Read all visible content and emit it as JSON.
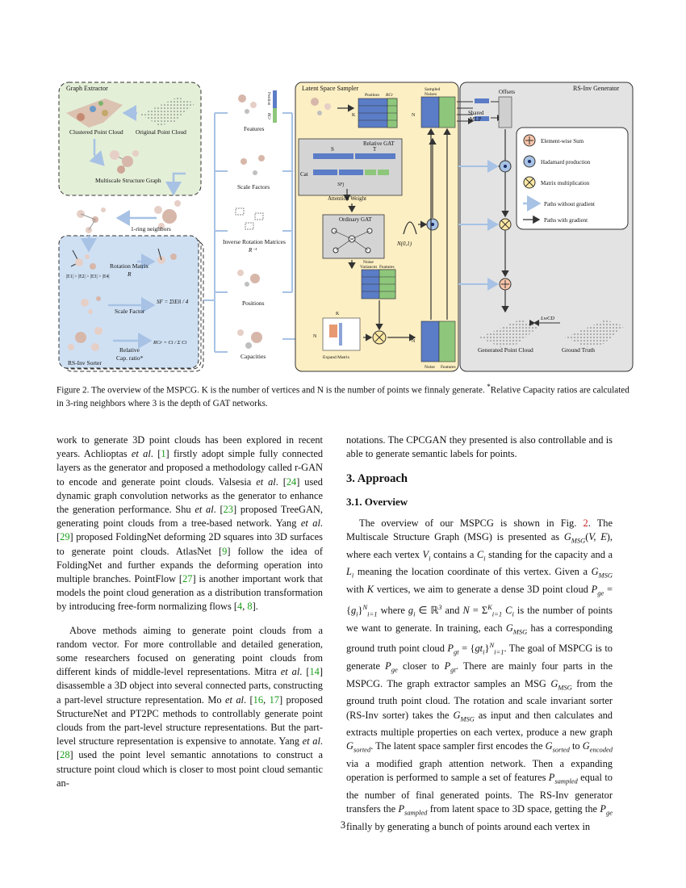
{
  "figure": {
    "graph_extractor": {
      "title": "Graph Extractor",
      "clustered_label": "Clustered Point Cloud",
      "original_label": "Original Point Cloud",
      "msg_label": "Multiscale Structure Graph"
    },
    "one_ring_label": "1-ring neighbors",
    "sorter": {
      "title": "RS-Inv Sorter",
      "rotation_label": "Rotation Matrix",
      "rotation_sym": "R",
      "scale_label": "Scale Factor",
      "scale_formula": "SF = Σ‖Ei‖ / 4",
      "cap_label_1": "Relative",
      "cap_label_2": "Cap. ratio*",
      "cap_formula": "RCr = Ci / Σ Ci",
      "order_text": "|E1| > |E2| > |E3| > |E4|"
    },
    "features_col": {
      "features": "Features",
      "scale_factors": "Scale Factors",
      "inverse_rotation": "Inverse Rotation Matrices",
      "inverse_sym": "R⁻¹",
      "positions": "Positions",
      "capacities": "Capacities",
      "vec_position": "Position",
      "vec_rcr": "RCr"
    },
    "sampler": {
      "title": "Latent Space Sampler",
      "position": "Position",
      "rcr": "RCr",
      "relative_gat": "Relative GAT",
      "s": "S",
      "t": "T",
      "cat": "Cat",
      "sf": "SFj",
      "attention_weight": "Attention Weight",
      "ordinary_gat": "Ordinary GAT",
      "normal": "N(0,1)",
      "noise": "Noise",
      "variances": "Variances",
      "features": "Features",
      "expand_matrix": "Expand Matrix",
      "k": "K",
      "n": "N",
      "sampled": "Sampled",
      "noises": "Noises"
    },
    "generator": {
      "title": "RS-Inv Generator",
      "offsets": "Offsets",
      "shared_mlp_1": "Shared",
      "shared_mlp_2": "MLP",
      "generated": "Generated Point Cloud",
      "ground_truth": "Ground Truth",
      "loss": "LwCD"
    },
    "legend": {
      "sum": "Element-wise Sum",
      "hadamard": "Hadamard production",
      "matmul": "Matrix multiplication",
      "no_grad": "Paths without gradient",
      "with_grad": "Paths with gradient"
    },
    "colors": {
      "extractor_bg": "#e4efd8",
      "sorter_bg": "#cfe0f3",
      "sampler_bg": "#fcefc3",
      "generator_bg": "#e3e3e3",
      "blue": "#5b7cc6",
      "green": "#8ec77b",
      "arrow_light": "#a7c2e4"
    }
  },
  "caption": {
    "prefix": "Figure 2. The overview of the MSPCG. K is the number of vertices and N is the number of points we finnaly generate.",
    "star": " *",
    "suffix": "Relative Capacity ratios are calculated in 3-ring neighbors where 3 is the depth of GAT networks."
  },
  "left_col": {
    "p1": [
      {
        "t": "work to generate 3D point clouds has been explored in recent years. Achlioptas "
      },
      {
        "t": "et al",
        "i": true
      },
      {
        "t": ". ["
      },
      {
        "t": "1",
        "c": true
      },
      {
        "t": "] firstly adopt simple fully connected layers as the generator and proposed a methodology called r-GAN to encode and generate point clouds. Valsesia "
      },
      {
        "t": "et al",
        "i": true
      },
      {
        "t": ". ["
      },
      {
        "t": "24",
        "c": true
      },
      {
        "t": "] used dynamic graph convolution networks as the generator to enhance the generation performance. Shu "
      },
      {
        "t": "et al",
        "i": true
      },
      {
        "t": ". ["
      },
      {
        "t": "23",
        "c": true
      },
      {
        "t": "] proposed TreeGAN, generating point clouds from a tree-based network. Yang "
      },
      {
        "t": "et al",
        "i": true
      },
      {
        "t": ". ["
      },
      {
        "t": "29",
        "c": true
      },
      {
        "t": "] proposed FoldingNet deforming 2D squares into 3D surfaces to generate point clouds. AtlasNet ["
      },
      {
        "t": "9",
        "c": true
      },
      {
        "t": "] follow the idea of FoldingNet and further expands the deforming operation into multiple branches. PointFlow ["
      },
      {
        "t": "27",
        "c": true
      },
      {
        "t": "] is another important work that models the point cloud generation as a distribution transformation by introducing free-form normalizing flows ["
      },
      {
        "t": "4",
        "c": true
      },
      {
        "t": ", "
      },
      {
        "t": "8",
        "c": true
      },
      {
        "t": "]."
      }
    ],
    "p2": [
      {
        "t": "Above methods aiming to generate point clouds from a random vector. For more controllable and detailed generation, some researchers focused on generating point clouds from different kinds of middle-level representations. Mitra "
      },
      {
        "t": "et al",
        "i": true
      },
      {
        "t": ". ["
      },
      {
        "t": "14",
        "c": true
      },
      {
        "t": "] disassemble a 3D object into several connected parts, constructing a part-level structure representation. Mo "
      },
      {
        "t": "et al",
        "i": true
      },
      {
        "t": ". ["
      },
      {
        "t": "16",
        "c": true
      },
      {
        "t": ", "
      },
      {
        "t": "17",
        "c": true
      },
      {
        "t": "] proposed StructureNet and PT2PC methods to controllably generate point clouds from the part-level structure representations. But the part-level structure representation is expensive to annotate. Yang "
      },
      {
        "t": "et al",
        "i": true
      },
      {
        "t": ". ["
      },
      {
        "t": "28",
        "c": true
      },
      {
        "t": "] used the point level semantic annotations to construct a structure point cloud which is closer to most point cloud semantic an-"
      }
    ]
  },
  "right_col": {
    "p0": "notations. The CPCGAN they presented is also controllable and is able to generate semantic labels for points.",
    "section": "3. Approach",
    "subsection": "3.1. Overview",
    "p1": [
      {
        "t": "The overview of our MSPCG is shown in Fig. "
      },
      {
        "t": "2",
        "r": true
      },
      {
        "t": ". The Multiscale Structure Graph (MSG) is presented as "
      },
      {
        "t": "G",
        "i": true
      },
      {
        "t": "MSG",
        "sub": true
      },
      {
        "t": "("
      },
      {
        "t": "V, E",
        "i": true
      },
      {
        "t": "), where each vertex "
      },
      {
        "t": "V",
        "i": true
      },
      {
        "t": "i",
        "sub": true
      },
      {
        "t": " contains a "
      },
      {
        "t": "C",
        "i": true
      },
      {
        "t": "i",
        "sub": true
      },
      {
        "t": " standing for the capacity and a "
      },
      {
        "t": "L",
        "i": true
      },
      {
        "t": "i",
        "sub": true
      },
      {
        "t": " meaning the location coordinate of this vertex. Given a "
      },
      {
        "t": "G",
        "i": true
      },
      {
        "t": "MSG",
        "sub": true
      },
      {
        "t": " with "
      },
      {
        "t": "K",
        "i": true
      },
      {
        "t": " vertices, we aim to generate a dense 3D point cloud "
      },
      {
        "t": "P",
        "i": true
      },
      {
        "t": "ge",
        "sub": true
      },
      {
        "t": " = {"
      },
      {
        "t": "g",
        "i": true
      },
      {
        "t": "i",
        "sub": true
      },
      {
        "t": "}"
      },
      {
        "t": "N",
        "sup": true
      },
      {
        "t": "i=1",
        "sub": true
      },
      {
        "t": " where "
      },
      {
        "t": "g",
        "i": true
      },
      {
        "t": "i",
        "sub": true
      },
      {
        "t": " ∈ ℝ"
      },
      {
        "t": "3",
        "sup": true
      },
      {
        "t": " and "
      },
      {
        "t": "N",
        "i": true
      },
      {
        "t": " = Σ"
      },
      {
        "t": "K",
        "sup": true
      },
      {
        "t": "i=1",
        "sub": true
      },
      {
        "t": " "
      },
      {
        "t": "C",
        "i": true
      },
      {
        "t": "i",
        "sub": true
      },
      {
        "t": " is the number of points we want to generate. In training, each "
      },
      {
        "t": "G",
        "i": true
      },
      {
        "t": "MSG",
        "sub": true
      },
      {
        "t": " has a corresponding ground truth point cloud "
      },
      {
        "t": "P",
        "i": true
      },
      {
        "t": "gt",
        "sub": true
      },
      {
        "t": " = {"
      },
      {
        "t": "gt",
        "i": true
      },
      {
        "t": "i",
        "sub": true
      },
      {
        "t": "}"
      },
      {
        "t": "N",
        "sup": true
      },
      {
        "t": "i=1",
        "sub": true
      },
      {
        "t": ". The goal of MSPCG is to generate "
      },
      {
        "t": "P",
        "i": true
      },
      {
        "t": "ge",
        "sub": true
      },
      {
        "t": " closer to "
      },
      {
        "t": "P",
        "i": true
      },
      {
        "t": "gt",
        "sub": true
      },
      {
        "t": ". There are mainly four parts in the MSPCG. The graph extractor samples an MSG "
      },
      {
        "t": "G",
        "i": true
      },
      {
        "t": "MSG",
        "sub": true
      },
      {
        "t": " from the ground truth point cloud. The rotation and scale invariant sorter (RS-Inv sorter) takes the "
      },
      {
        "t": "G",
        "i": true
      },
      {
        "t": "MSG",
        "sub": true
      },
      {
        "t": " as input and then calculates and extracts multiple properties on each vertex, produce a new graph "
      },
      {
        "t": "G",
        "i": true
      },
      {
        "t": "sorted",
        "sub": true
      },
      {
        "t": ". The latent space sampler first encodes the "
      },
      {
        "t": "G",
        "i": true
      },
      {
        "t": "sorted",
        "sub": true
      },
      {
        "t": " to "
      },
      {
        "t": "G",
        "i": true
      },
      {
        "t": "encoded",
        "sub": true
      },
      {
        "t": " via a modified graph attention network. Then a expanding operation is performed to sample a set of features "
      },
      {
        "t": "P",
        "i": true
      },
      {
        "t": "sampled",
        "sub": true
      },
      {
        "t": " equal to the number of final generated points. The RS-Inv generator transfers the "
      },
      {
        "t": "P",
        "i": true
      },
      {
        "t": "sampled",
        "sub": true
      },
      {
        "t": " from latent space to 3D space, getting the "
      },
      {
        "t": "P",
        "i": true
      },
      {
        "t": "ge",
        "sub": true
      },
      {
        "t": " finally by generating a bunch of points around each vertex in"
      }
    ]
  },
  "page_number": "3"
}
